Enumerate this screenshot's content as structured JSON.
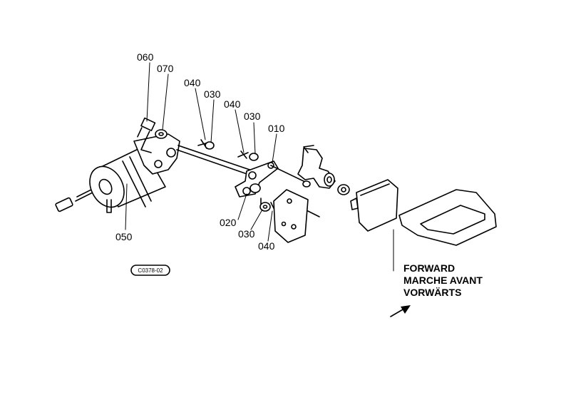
{
  "parts": [
    {
      "id": "p060",
      "label": "060"
    },
    {
      "id": "p070",
      "label": "070"
    },
    {
      "id": "p040a",
      "label": "040"
    },
    {
      "id": "p030a",
      "label": "030"
    },
    {
      "id": "p040b",
      "label": "040"
    },
    {
      "id": "p030b",
      "label": "030"
    },
    {
      "id": "p010",
      "label": "010"
    },
    {
      "id": "p050",
      "label": "050"
    },
    {
      "id": "p020",
      "label": "020"
    },
    {
      "id": "p030c",
      "label": "030"
    },
    {
      "id": "p040c",
      "label": "040"
    }
  ],
  "reference_code": "C0378-02",
  "direction": {
    "line1": "FORWARD",
    "line2": "MARCHE AVANT",
    "line3": "VORWÄRTS"
  }
}
